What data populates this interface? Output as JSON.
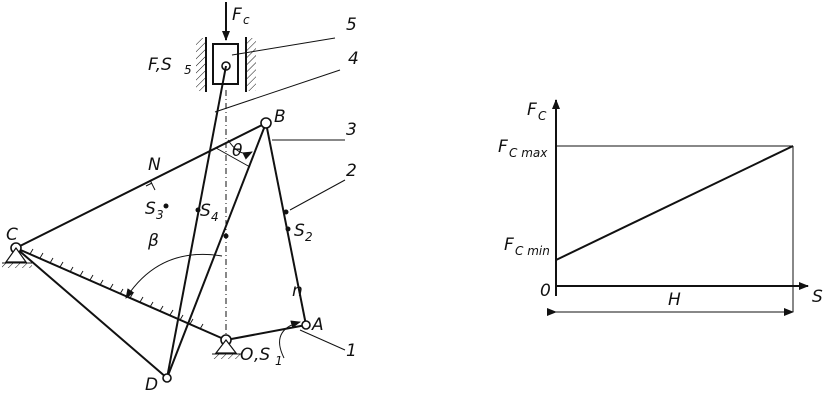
{
  "mechanism": {
    "links": [
      "1",
      "2",
      "3",
      "4",
      "5"
    ],
    "points": {
      "A": "A",
      "B": "B",
      "C": "C",
      "D": "D",
      "N": "N",
      "O": "O",
      "S1": "1",
      "FS5_F": "F,S",
      "FS5_sub": "5",
      "S2": "S",
      "S2_sub": "2",
      "S3": "S",
      "S3_sub": "3",
      "S4": "S",
      "S4_sub": "4"
    },
    "angles": {
      "beta": "β",
      "theta": "θ",
      "n": "n"
    },
    "force": {
      "F": "F",
      "sub": "c"
    }
  },
  "chart": {
    "ylabel": "F",
    "ylabel_sub": "C",
    "fmax": "F",
    "fmax_sub": "C max",
    "fmin": "F",
    "fmin_sub": "C min",
    "origin": "0",
    "xlabel": "S",
    "span": "H"
  },
  "chart_data": {
    "type": "line",
    "xlabel": "S",
    "ylabel": "FC",
    "series": [
      {
        "x": [
          0,
          1
        ],
        "y": [
          "FC min",
          "FC max"
        ]
      }
    ],
    "annotations": [
      "FC max",
      "FC min",
      "0",
      "H"
    ]
  }
}
